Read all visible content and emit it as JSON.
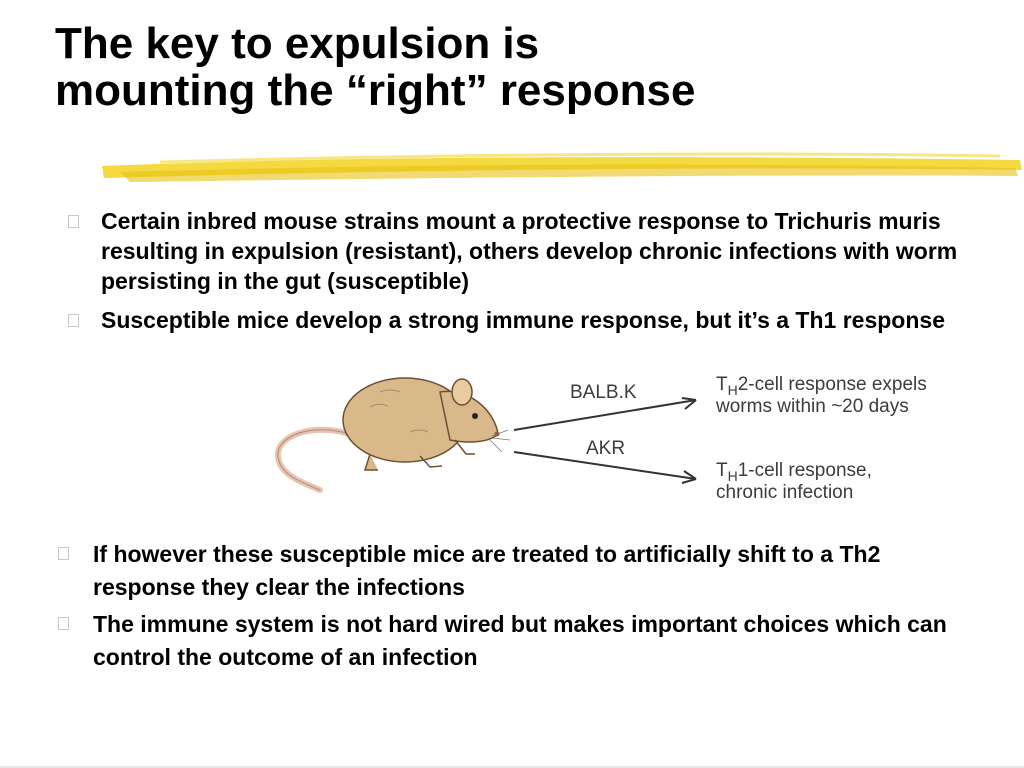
{
  "slide": {
    "title_line1": "The key to expulsion is",
    "title_line2": "mounting the “right” response"
  },
  "bullets_top": [
    "Certain inbred mouse strains mount a protective response to Trichuris muris resulting in expulsion (resistant), others develop chronic infections with worm persisting in the gut (susceptible)",
    "Susceptible mice develop a strong immune response, but it’s a Th1 response"
  ],
  "figure": {
    "strain_1": "BALB.K",
    "strain_2": "AKR",
    "outcome_1_line1": "2-cell response expels",
    "outcome_1_line2": "worms within ~20 days",
    "outcome_2_line1": "1-cell response,",
    "outcome_2_line2": "chronic infection",
    "t_letter": "T",
    "h_subscript": "H"
  },
  "bullets_bottom": [
    "If however these susceptible mice are treated to artificially shift to a Th2 response they clear the infections",
    "The immune system is not hard wired but makes important choices which can control the outcome of an infection"
  ],
  "colors": {
    "highlight": "#f2d21e",
    "mouse_body": "#d9b98a",
    "mouse_tail": "#e8c4b0"
  }
}
